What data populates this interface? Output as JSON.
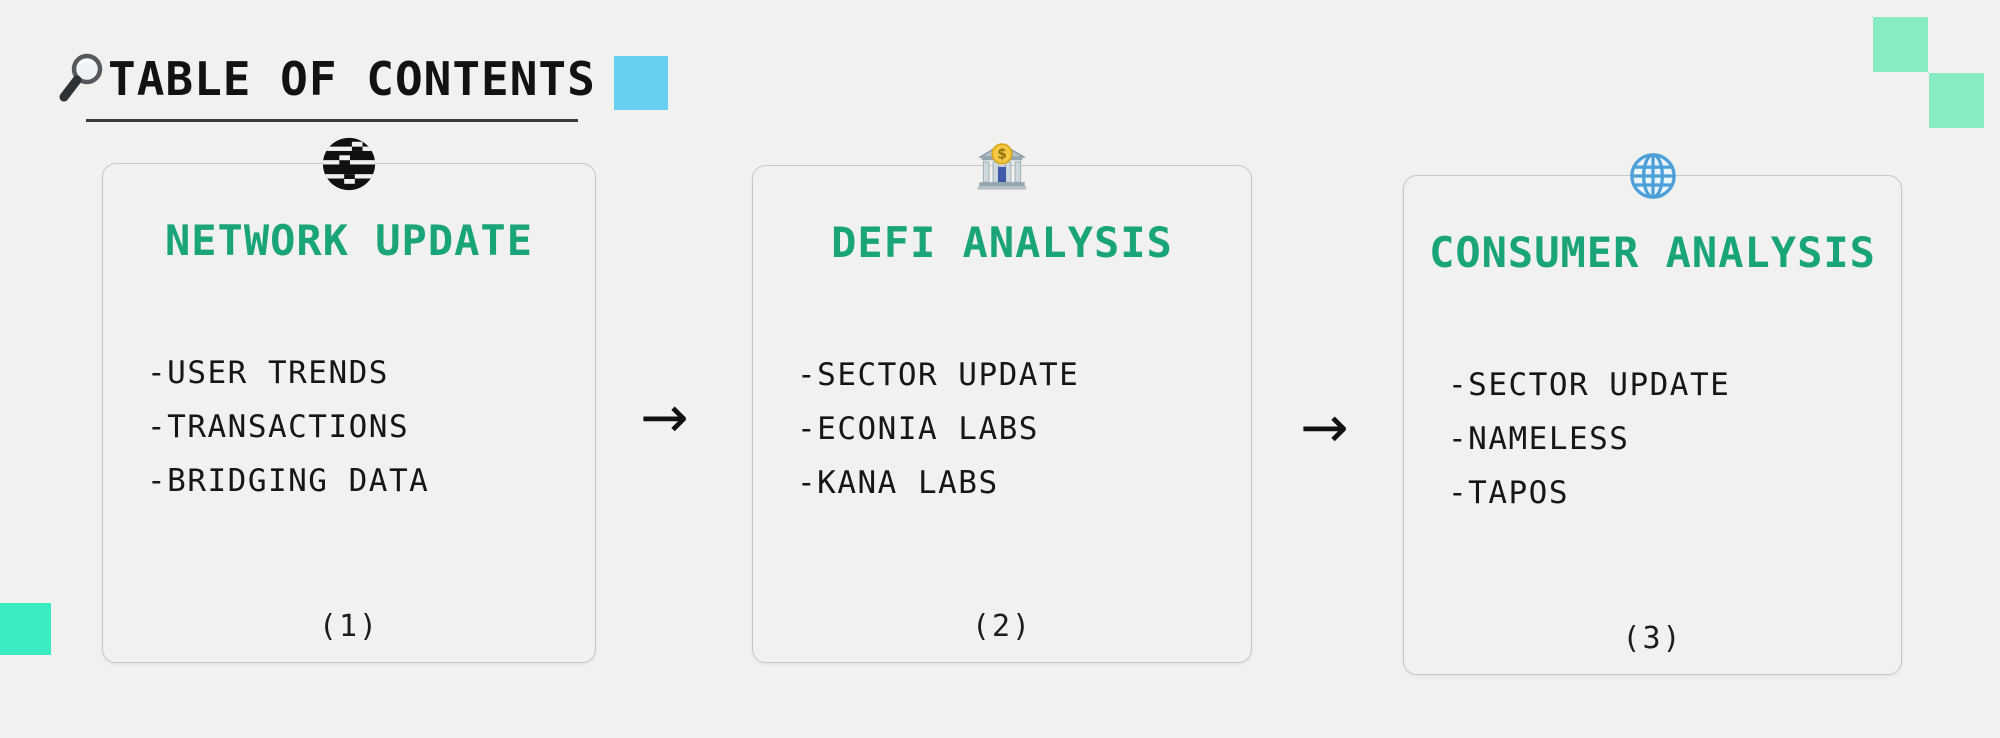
{
  "header": {
    "title": "TABLE OF CONTENTS",
    "icon": "magnifier-icon"
  },
  "colors": {
    "background": "#f1f1ef",
    "accent_green": "#1aa479",
    "text": "#161616",
    "card_border": "#c7c7c5",
    "blue_square": "#67cff0",
    "mint_square": "#88edc2",
    "turquoise_square": "#3cebc1"
  },
  "arrow_glyph": "→",
  "cards": [
    {
      "title": "NETWORK UPDATE",
      "icon": "aptos-logo-icon",
      "items": [
        "-USER TRENDS",
        "-TRANSACTIONS",
        "-BRIDGING DATA"
      ],
      "page_number": "(1)"
    },
    {
      "title": "DEFI ANALYSIS",
      "icon": "bank-icon",
      "items": [
        "-SECTOR UPDATE",
        "-ECONIA LABS",
        "-KANA LABS"
      ],
      "page_number": "(2)"
    },
    {
      "title": "CONSUMER ANALYSIS",
      "icon": "globe-icon",
      "items": [
        "-SECTOR UPDATE",
        "-NAMELESS",
        "-TAPOS"
      ],
      "page_number": "(3)"
    }
  ]
}
